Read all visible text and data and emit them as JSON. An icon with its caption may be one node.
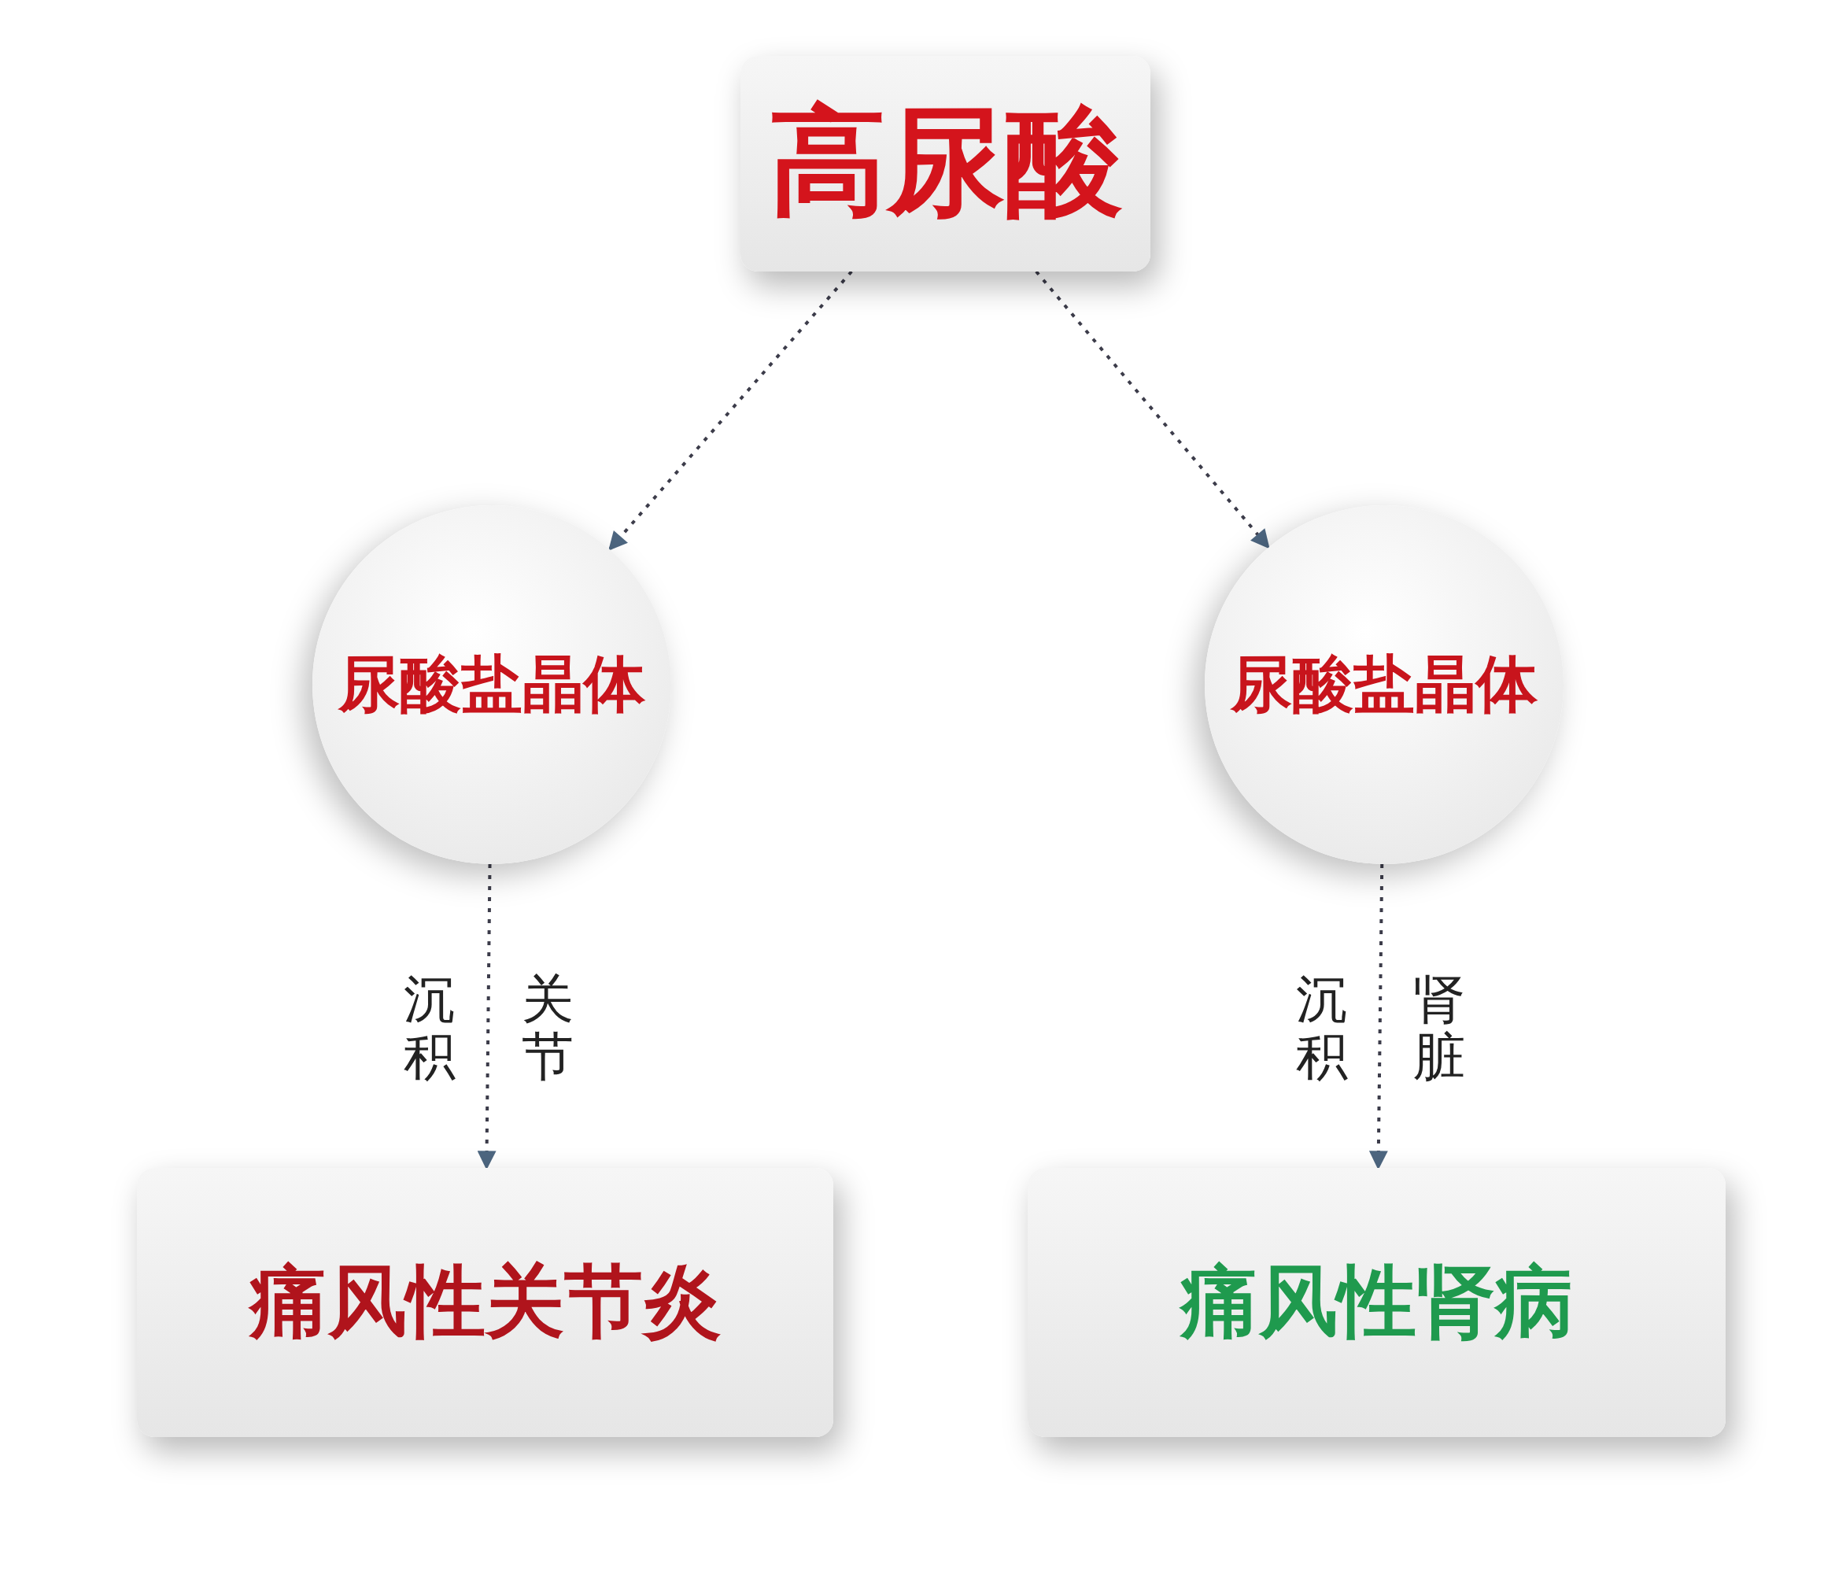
{
  "diagram": {
    "nodes": [
      {
        "text": [
          "高尿酸"
        ]
      },
      {
        "text": [
          "尿酸盐晶体"
        ]
      },
      {
        "text": [
          "尿酸盐晶体"
        ]
      },
      {
        "text": [
          "痛风性关节炎"
        ]
      },
      {
        "text": [
          "痛风性肾病"
        ]
      }
    ],
    "edges": [
      {
        "from": 0,
        "to": 1,
        "arrow": "to"
      },
      {
        "from": 0,
        "to": 2,
        "arrow": "to"
      },
      {
        "from": 1,
        "to": 3,
        "arrow": "to",
        "label": "沉积"
      },
      {
        "from": 2,
        "to": 4,
        "arrow": "to",
        "label": "沉积"
      }
    ],
    "labels": [
      "关节",
      "肾脏"
    ]
  }
}
